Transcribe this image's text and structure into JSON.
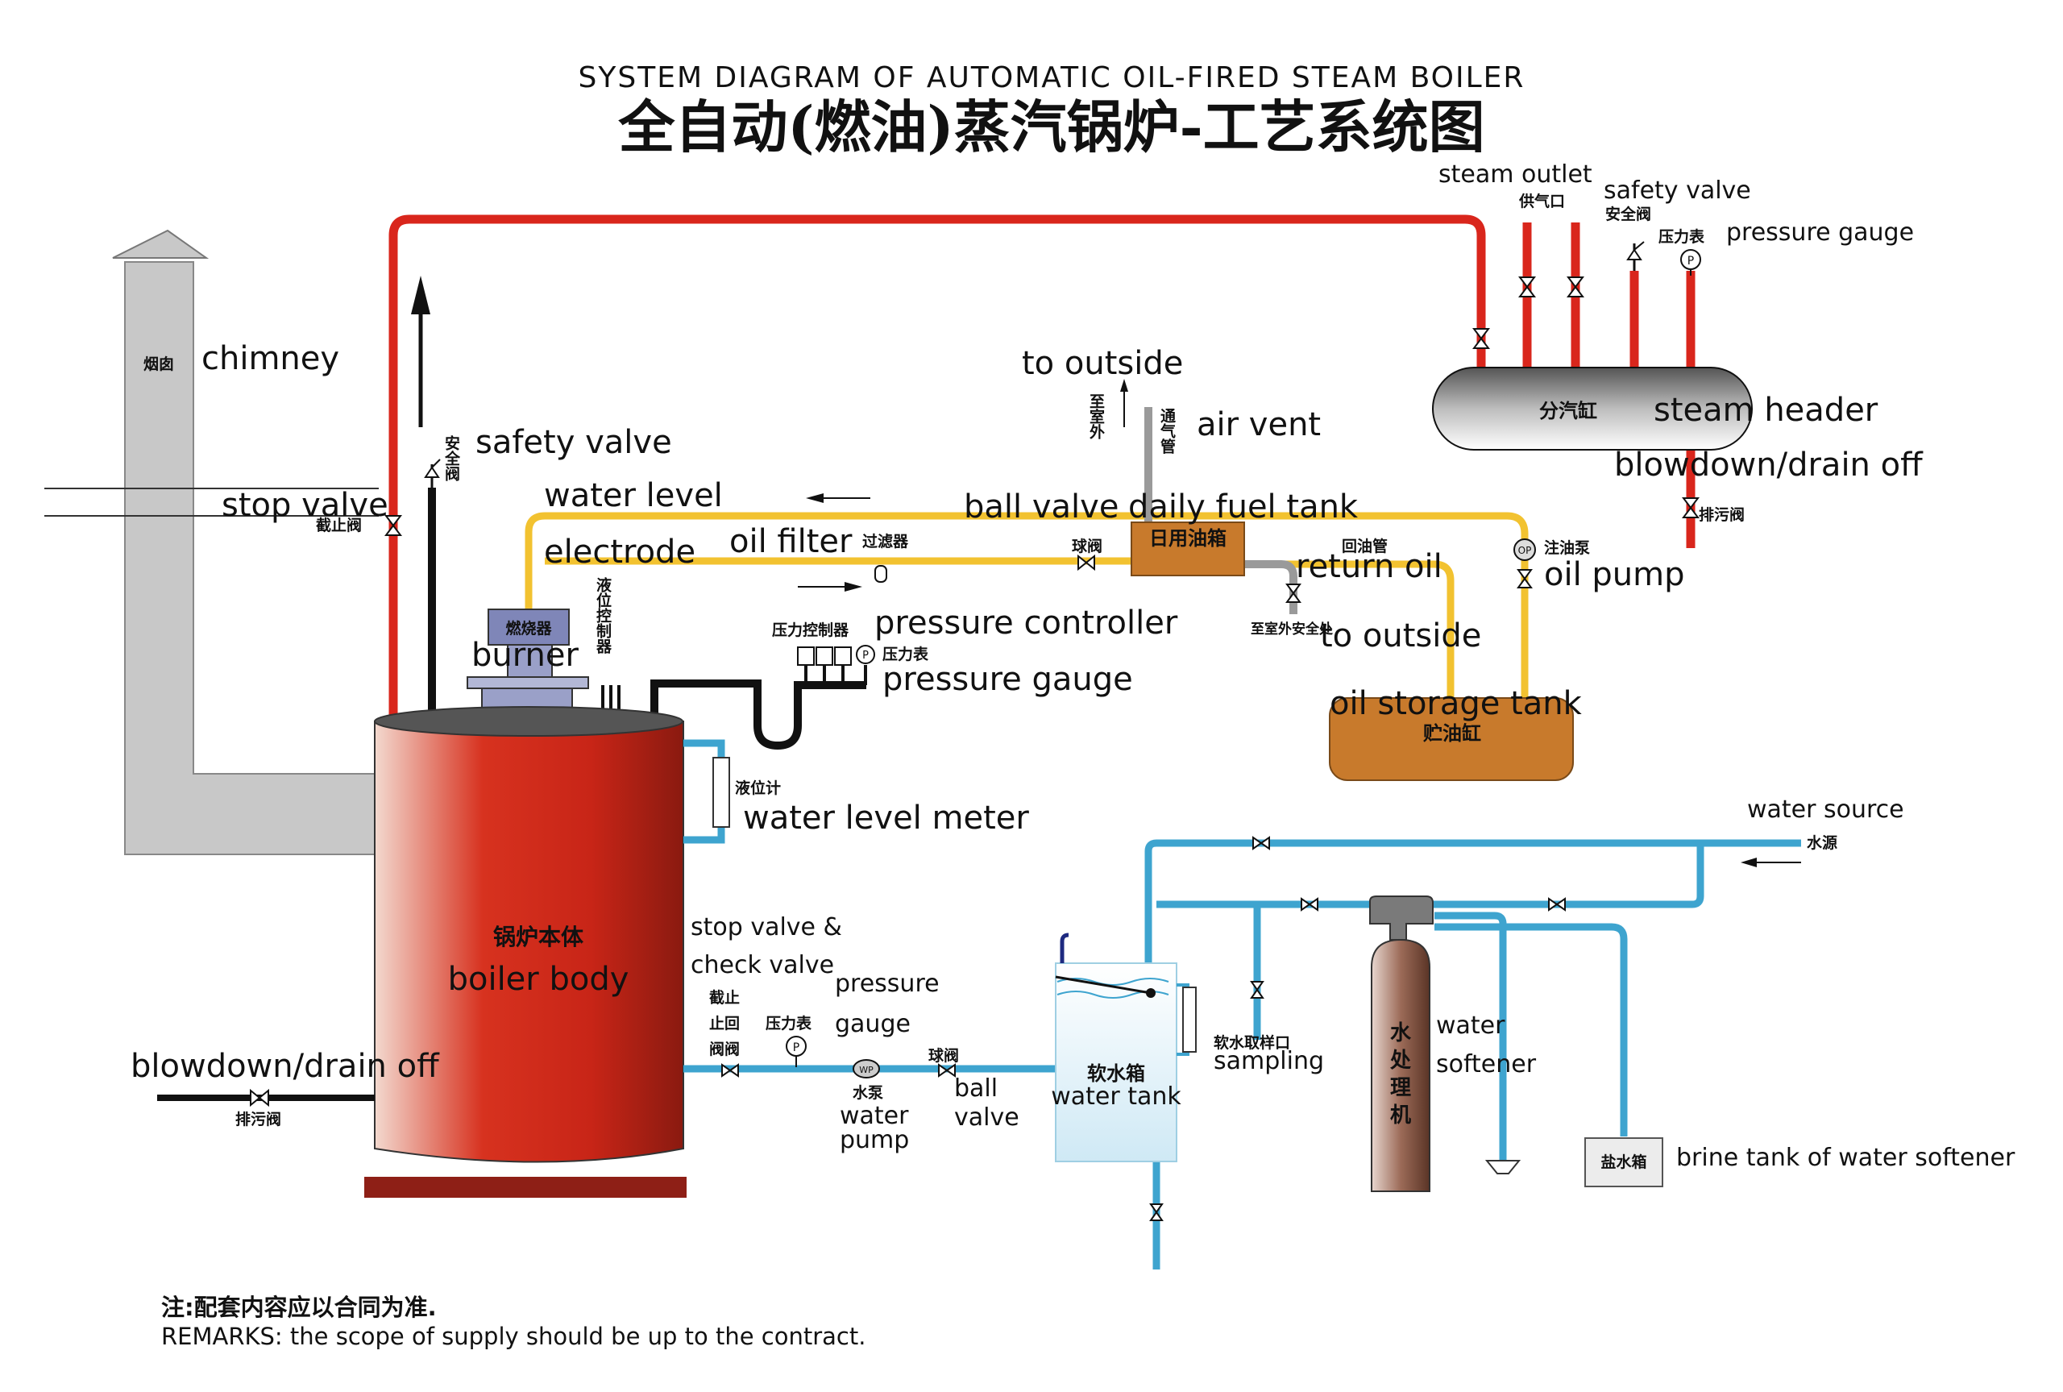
{
  "title": {
    "english": "SYSTEM DIAGRAM OF AUTOMATIC OIL-FIRED STEAM BOILER",
    "chinese": "全自动(燃油)蒸汽锅炉-工艺系统图"
  },
  "labels": {
    "chimney_cn": "烟囱",
    "chimney": "chimney",
    "stop_valve": "stop valve",
    "stop_valve_cn": "截止阀",
    "safety_valve_cn": "安全阀",
    "safety_valve": "safety valve",
    "water_level": "water level",
    "electrode": "electrode",
    "oil_filter": "oil filter",
    "oil_filter_cn": "过滤器",
    "level_controller_cn": "液位控制器",
    "burner": "burner",
    "burner_cn": "燃烧器",
    "pressure_controller_cn": "压力控制器",
    "pressure_controller": "pressure controller",
    "pressure_gauge_cn": "压力表",
    "pressure_gauge": "pressure gauge",
    "to_outside_top": "to outside",
    "to_outside_cn": "至室外",
    "vent_pipe_cn": "通气管",
    "air_vent": "air vent",
    "ball_valve": "ball valve",
    "ball_valve_cn": "球阀",
    "daily_fuel_tank": "daily fuel tank",
    "daily_tank_cn": "日用油箱",
    "return_pipe_cn": "回油管",
    "return_oil": "return oil",
    "to_outside_safe_cn": "至室外安全处",
    "to_outside_lower": "to outside",
    "oil_pump_cn": "注油泵",
    "oil_pump": "oil pump",
    "oil_storage_tank": "oil storage tank",
    "storage_tank_cn": "贮油缸",
    "steam_outlet": "steam outlet",
    "steam_outlet_cn": "供气口",
    "header_safety_valve": "safety valve",
    "header_safety_valve_cn": "安全阀",
    "header_gauge_cn": "压力表",
    "header_pressure_gauge": "pressure gauge",
    "steam_header_cn": "分汽缸",
    "steam_header": "steam header",
    "header_blowdown": "blowdown/drain off",
    "header_drain_cn": "排污阀",
    "level_meter_cn": "液位计",
    "water_level_meter": "water level meter",
    "boiler_body_cn": "锅炉本体",
    "boiler_body": "boiler body",
    "blowdown": "blowdown/drain off",
    "drain_valve_cn": "排污阀",
    "stop_check_line1": "stop valve &",
    "stop_check_line2": "check valve",
    "stop_check_cn_1": "截止",
    "stop_check_cn_2": "止回",
    "stop_check_cn_3": "阀阀",
    "feed_gauge_cn": "压力表",
    "feed_pressure_1": "pressure",
    "feed_pressure_2": "gauge",
    "water_pump_cn": "水泵",
    "water_pump_1": "water",
    "water_pump_2": "pump",
    "feed_ball_cn": "球阀",
    "feed_ball_1": "ball",
    "feed_ball_2": "valve",
    "water_tank_cn": "软水箱",
    "water_tank": "water tank",
    "sampling_cn": "软水取样口",
    "sampling": "sampling",
    "water_source": "water source",
    "water_source_cn": "水源",
    "softener_cn_1": "水",
    "softener_cn_2": "处",
    "softener_cn_3": "理",
    "softener_cn_4": "机",
    "softener_1": "water",
    "softener_2": "softener",
    "brine_cn": "盐水箱",
    "brine_tank": "brine tank of water softener",
    "pump_tag_op": "OP",
    "pump_tag_wp": "WP",
    "gauge_symbol": "P"
  },
  "remarks": {
    "chinese": "注:配套内容应以合同为准.",
    "english": "REMARKS: the scope of supply should be up to the contract."
  },
  "colors": {
    "steam_pipe": "#d9261c",
    "oil_pipe": "#f2c230",
    "water_pipe": "#3ea4cf",
    "boiler_body": "#c9301f",
    "fuel_tank": "#c87a2c",
    "chimney": "#c8c8c8",
    "burner": "#7f86b8"
  }
}
